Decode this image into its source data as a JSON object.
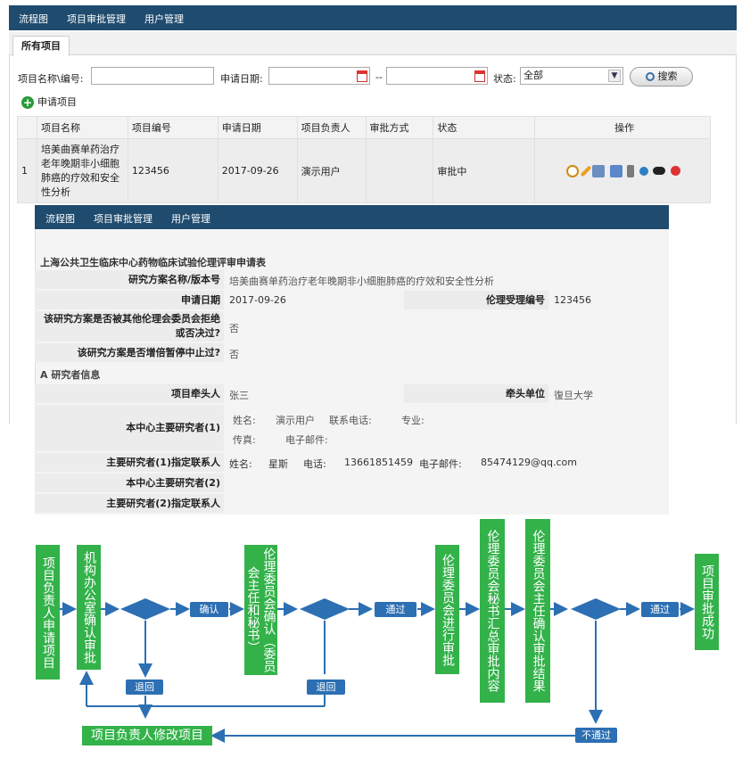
{
  "topnav": [
    "流程图",
    "项目审批管理",
    "用户管理"
  ],
  "tab": "所有项目",
  "search": {
    "name_label": "项目名称\\编号:",
    "date_label": "申请日期:",
    "sep": "--",
    "status_label": "状态:",
    "status_value": "全部",
    "button": "搜索"
  },
  "apply_label": "申请项目",
  "table": {
    "headers": [
      "",
      "项目名称",
      "项目编号",
      "申请日期",
      "项目负责人",
      "审批方式",
      "状态",
      "操作"
    ],
    "rows": [
      [
        "1",
        "培美曲赛单药治疗老年晚期非小细胞肺癌的疗效和安全性分析",
        "123456",
        "2017-09-26",
        "演示用户",
        "",
        "审批中",
        ""
      ]
    ]
  },
  "form": {
    "nav": [
      "流程图",
      "项目审批管理",
      "用户管理"
    ],
    "title": "上海公共卫生临床中心药物临床试验伦理评审申请表",
    "scheme_label": "研究方案名称/版本号",
    "scheme_value": "培美曲赛单药治疗老年晚期非小细胞肺癌的疗效和安全性分析",
    "date_label": "申请日期",
    "date_value": "2017-09-26",
    "accept_label": "伦理受理编号",
    "accept_value": "123456",
    "q1_label": "该研究方案是否被其他伦理会委员会拒绝或否决过?",
    "q1_value": "否",
    "q2_label": "该研究方案是否增倍暂停中止过?",
    "q2_value": "否",
    "section_a": "A  研究者信息",
    "lead_label": "项目牵头人",
    "lead_value": "张三",
    "unit_label": "牵头单位",
    "unit_value": "復旦大学",
    "pi1_label": "本中心主要研究者(1)",
    "pi1_name_label": "姓名:",
    "pi1_name": "演示用户",
    "pi1_phone_label": "联系电话:",
    "pi1_major_label": "专业:",
    "pi1_fax_label": "传真:",
    "pi1_email_label": "电子邮件:",
    "c1_label": "主要研究者(1)指定联系人",
    "c1_name_label": "姓名:",
    "c1_name": "星斯",
    "c1_phone_label": "电话:",
    "c1_phone": "13661851459",
    "c1_email_label": "电子邮件:",
    "c1_email": "85474129@qq.com",
    "pi2_label": "本中心主要研究者(2)",
    "c2_label": "主要研究者(2)指定联系人"
  },
  "flow": {
    "boxes": [
      "项目负责人申请项目",
      "机构办公室确认审批",
      "伦理委员会确认（委员会主任和秘书）",
      "伦理委员会进行审批",
      "伦理委员会秘书汇总审批内容",
      "伦理委员会主任确认审批结果",
      "项目审批成功"
    ],
    "confirm": "确认",
    "pass1": "通过",
    "pass2": "通过",
    "back1": "退回",
    "back2": "退回",
    "notpass": "不通过",
    "modify": "项目负责人修改项目"
  },
  "colors": {
    "nav": "#1f4b6e",
    "green": "#33b24a",
    "blue": "#2c6fb3"
  }
}
